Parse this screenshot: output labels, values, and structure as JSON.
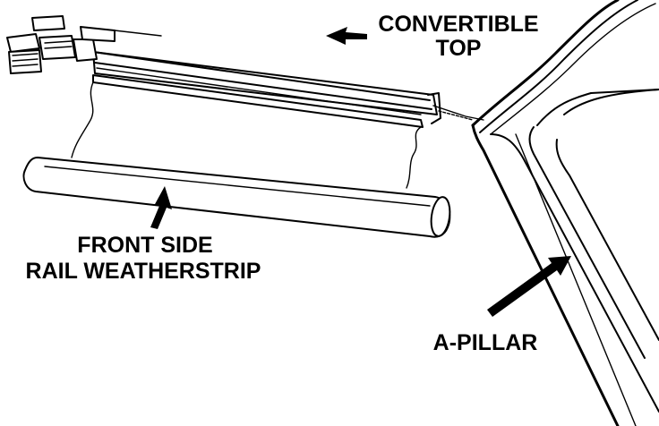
{
  "diagram": {
    "labels": {
      "convertible_top_line1": "CONVERTIBLE",
      "convertible_top_line2": "TOP",
      "weatherstrip_line1": "FRONT SIDE",
      "weatherstrip_line2": "RAIL WEATHERSTRIP",
      "a_pillar": "A-PILLAR"
    }
  }
}
